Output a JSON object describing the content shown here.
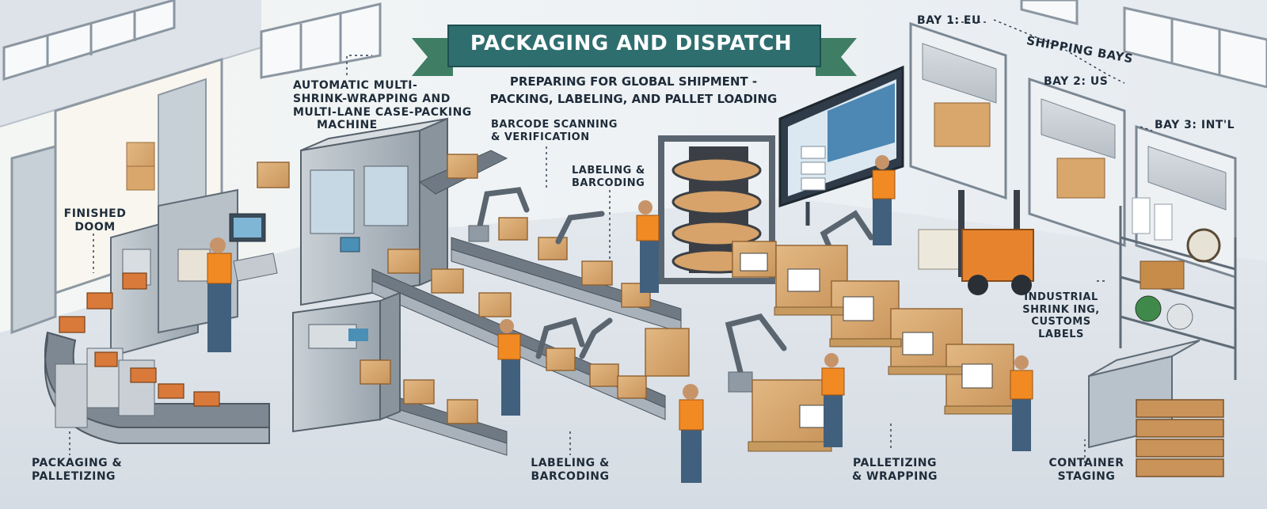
{
  "banner": {
    "title": "PACKAGING AND DISPATCH",
    "subtitle_lines": [
      "PREPARING FOR GLOBAL SHIPMENT -",
      "PACKING, LABELING, AND PALLET LOADING"
    ]
  },
  "labels": {
    "shrink_wrap": [
      "AUTOMATIC MULTI-",
      "SHRINK-WRAPPING AND",
      "MULTI-LANE CASE-PACKING",
      "MACHINE"
    ],
    "barcode_scanning": [
      "BARCODE SCANNING",
      "& VERIFICATION"
    ],
    "labeling_upper": [
      "LABELING &",
      "BARCODING"
    ],
    "finished": [
      "FINISHED",
      "DOOM"
    ],
    "packaging": [
      "PACKAGING &",
      "PALLETIZING"
    ],
    "labeling_lower": [
      "LABELING &",
      "BARCODING"
    ],
    "palletizing": [
      "PALLETIZING",
      "& WRAPPING"
    ],
    "container": [
      "CONTAINER",
      "STAGING"
    ],
    "industrial": [
      "INDUSTRIAL",
      "SHRINK ING,",
      "CUSTOMS LABELS"
    ]
  },
  "bays": {
    "heading": "SHIPPING BAYS",
    "bay1": "BAY 1: EU",
    "bay2": "BAY 2: US",
    "bay3": "BAY 3: INT'L"
  },
  "colors": {
    "banner": "#2f6e6f",
    "banner_tails": "#3f7e64",
    "safety_vest": "#f18a23",
    "cardboard": "#d9a76c",
    "text": "#1f2c3a"
  }
}
